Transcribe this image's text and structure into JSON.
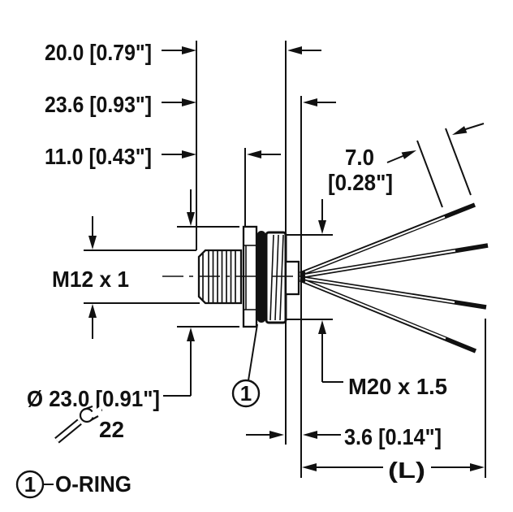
{
  "drawing": {
    "type": "technical-dimension-drawing",
    "subject": "M12 x 1 panel-mount receptacle with rear M20 x 1.5 thread, O-ring and free wire ends",
    "labels": {
      "d20": "20.0 [0.79\"]",
      "d236": "23.6 [0.93\"]",
      "d11": "11.0 [0.43\"]",
      "d7": "7.0",
      "d7in": "[0.28\"]",
      "m12": "M12 x 1",
      "dia23": "Ø 23.0 [0.91\"]",
      "wrench_size": "22",
      "m20": "M20 x 1.5",
      "d36": "3.6 [0.14\"]",
      "length": "(L)"
    },
    "balloons": {
      "oring_balloon": "1"
    },
    "legend": {
      "item_number": "1",
      "item_label": "O-RING"
    },
    "colors": {
      "line": "#111111",
      "background": "#ffffff",
      "oring_fill": "#111111"
    }
  }
}
